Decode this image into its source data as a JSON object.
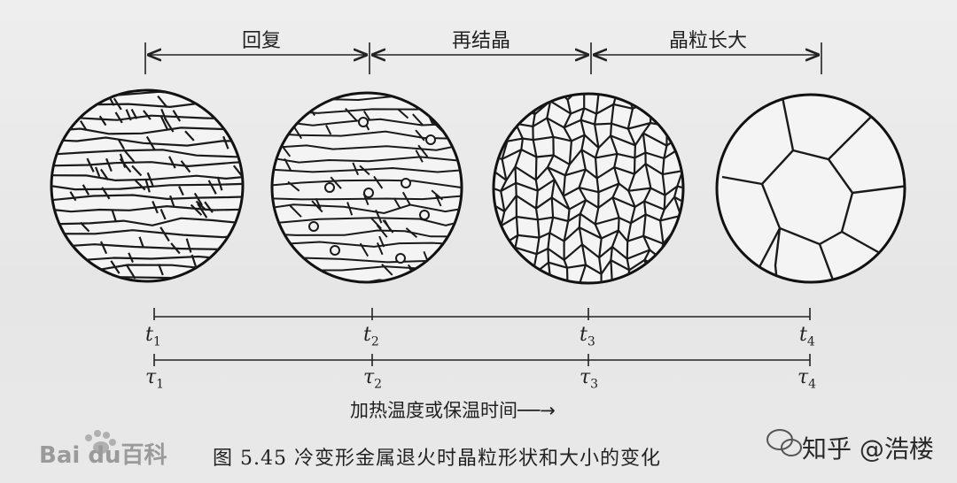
{
  "stages": [
    "回复",
    "再结晶",
    "晶粒长大"
  ],
  "t_ticks": [
    {
      "sym": "t",
      "sub": "1"
    },
    {
      "sym": "t",
      "sub": "2"
    },
    {
      "sym": "t",
      "sub": "3"
    },
    {
      "sym": "t",
      "sub": "4"
    }
  ],
  "tau_ticks": [
    {
      "sym": "τ",
      "sub": "1"
    },
    {
      "sym": "τ",
      "sub": "2"
    },
    {
      "sym": "τ",
      "sub": "3"
    },
    {
      "sym": "τ",
      "sub": "4"
    }
  ],
  "axis_caption": "加热温度或保温时间──→",
  "figure_caption": "图 5.45   冷变形金属退火时晶粒形状和大小的变化",
  "watermark_left": "Bai du百科",
  "watermark_right": "知乎 @浩楼"
}
